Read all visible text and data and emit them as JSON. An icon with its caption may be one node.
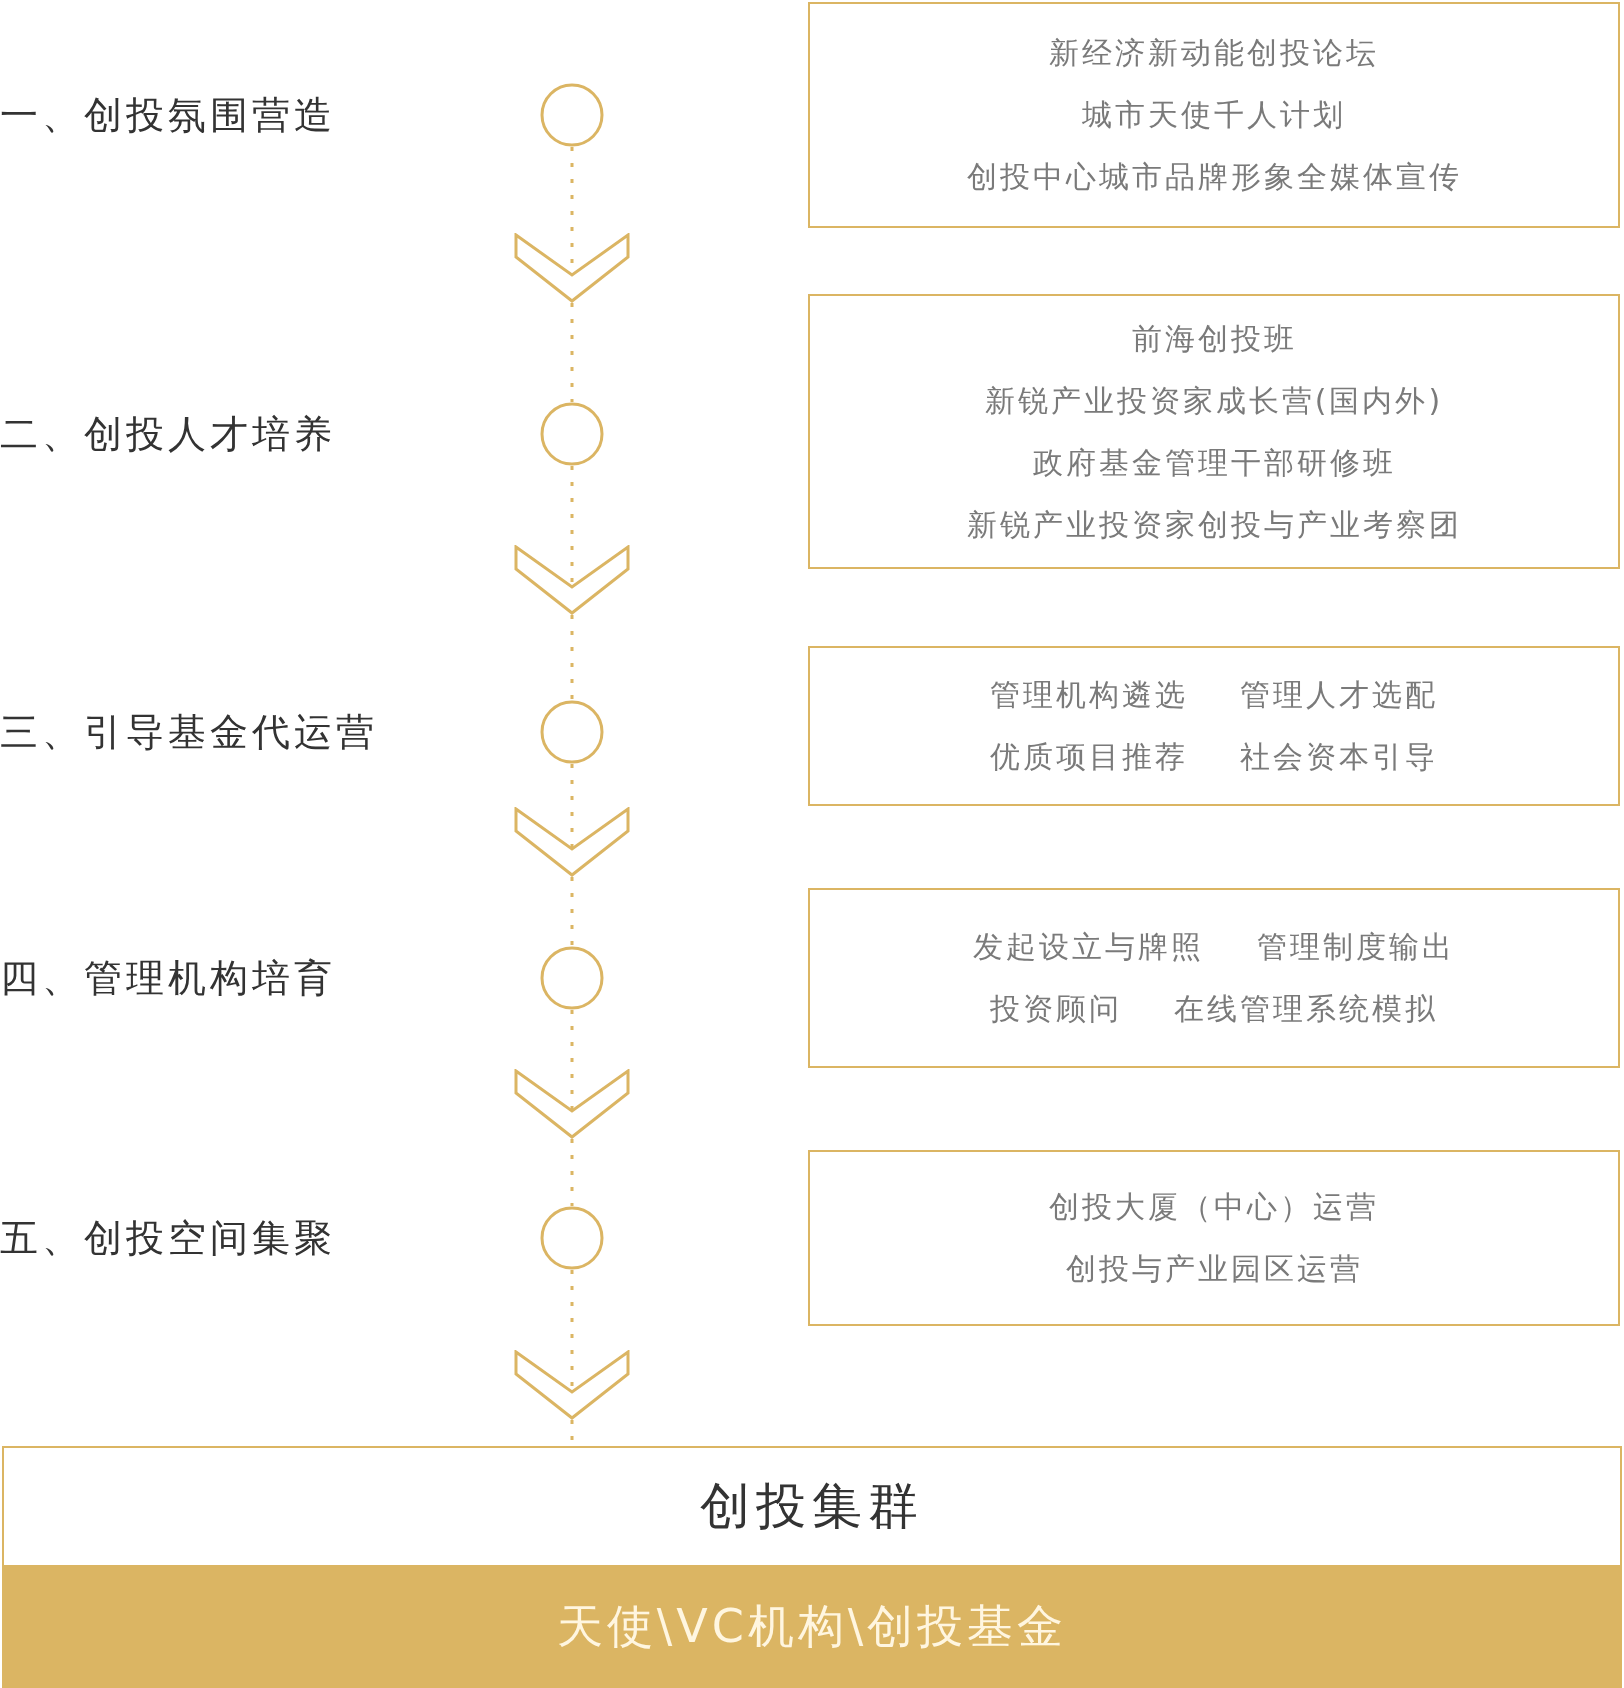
{
  "diagram": {
    "nodes": [
      {
        "text": [],
        "shape": "circle"
      },
      {
        "text": [],
        "shape": "circle"
      },
      {
        "text": [],
        "shape": "circle"
      },
      {
        "text": [],
        "shape": "circle"
      },
      {
        "text": [],
        "shape": "circle"
      },
      {
        "text": [
          "创投集群",
          "天使\\VC机构\\创投基金"
        ]
      },
      {
        "text": [
          "新经济新动能创投论坛",
          "城市天使千人计划",
          "创投中心城市品牌形象全媒体宣传"
        ]
      },
      {
        "text": [
          "前海创投班",
          "新锐产业投资家成长营(国内外)",
          "政府基金管理干部研修班",
          "新锐产业投资家创投与产业考察团"
        ]
      },
      {
        "text": [
          "管理机构遴选 管理人才选配",
          "优质项目推荐 社会资本引导"
        ]
      },
      {
        "text": [
          "发起设立与牌照 管理制度输出",
          "投资顾问 在线管理系统模拟"
        ]
      },
      {
        "text": [
          "创投大厦（中心）运营",
          "创投与产业园区运营"
        ]
      },
      {
        "text": [],
        "shape": "chevron"
      },
      {
        "text": [],
        "shape": "chevron"
      },
      {
        "text": [],
        "shape": "chevron"
      },
      {
        "text": [],
        "shape": "chevron"
      },
      {
        "text": [],
        "shape": "chevron"
      }
    ],
    "edges": [
      {
        "from": 0,
        "to": 11,
        "arrow": "none",
        "style": "dashed"
      },
      {
        "from": 11,
        "to": 1,
        "arrow": "none",
        "style": "dashed"
      },
      {
        "from": 1,
        "to": 12,
        "arrow": "none",
        "style": "dashed"
      },
      {
        "from": 12,
        "to": 2,
        "arrow": "none",
        "style": "dashed"
      },
      {
        "from": 2,
        "to": 13,
        "arrow": "none",
        "style": "dashed"
      },
      {
        "from": 13,
        "to": 3,
        "arrow": "none",
        "style": "dashed"
      },
      {
        "from": 3,
        "to": 14,
        "arrow": "none",
        "style": "dashed"
      },
      {
        "from": 14,
        "to": 4,
        "arrow": "none",
        "style": "dashed"
      },
      {
        "from": 4,
        "to": 15,
        "arrow": "none",
        "style": "dashed"
      },
      {
        "from": 15,
        "to": 5,
        "arrow": "none",
        "style": "dashed"
      }
    ],
    "labels": [
      "一、创投氛围营造",
      "二、创投人才培养",
      "三、引导基金代运营",
      "四、管理机构培育",
      "五、创投空间集聚"
    ]
  }
}
